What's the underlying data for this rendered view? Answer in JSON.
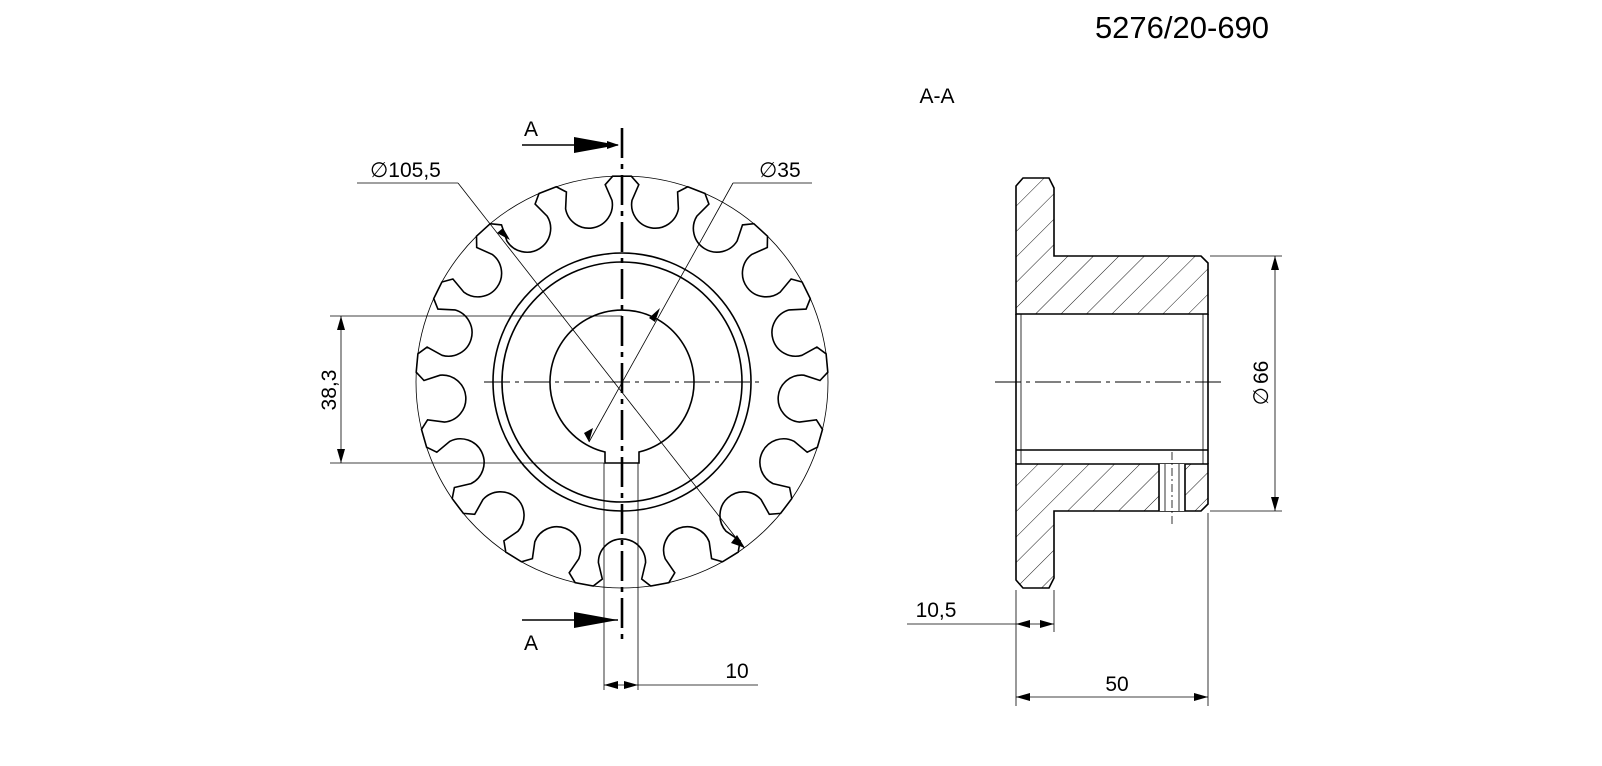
{
  "drawing": {
    "number": "5276/20-690",
    "section_label": "A-A",
    "cut_marker_top": "A",
    "cut_marker_bottom": "A",
    "dimensions": {
      "tip_diameter": "∅105,5",
      "bore_diameter": "∅35",
      "keyway_depth": "38,3",
      "keyway_width": "10",
      "hub_diameter_prefix": "∅",
      "hub_diameter_value": "66",
      "flange_width": "10,5",
      "overall_length": "50"
    }
  }
}
